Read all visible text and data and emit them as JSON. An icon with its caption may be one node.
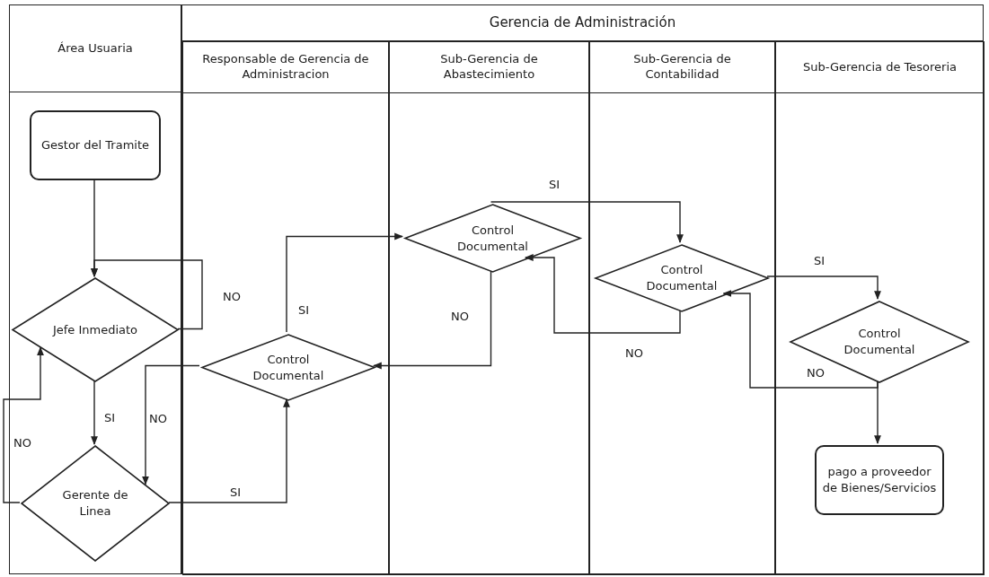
{
  "diagram": {
    "nodes": [
      {
        "text": [
          "Área Usuaria"
        ]
      },
      {
        "text": [
          "Gerencia de Administración"
        ]
      },
      {
        "text": [
          "Responsable de Gerencia de Administracion"
        ],
        "in": 1
      },
      {
        "text": [
          "Sub-Gerencia de Abastecimiento"
        ],
        "in": 1
      },
      {
        "text": [
          "Sub-Gerencia de Contabilidad"
        ],
        "in": 1
      },
      {
        "text": [
          "Sub-Gerencia de Tesoreria"
        ],
        "in": 1
      },
      {
        "text": [
          "Gestor del Tramite"
        ],
        "in": 0
      },
      {
        "text": [
          "Jefe Inmediato"
        ],
        "in": 0
      },
      {
        "text": [
          "Gerente de Linea"
        ],
        "in": 0
      },
      {
        "text": [
          "Control Documental"
        ],
        "in": 2
      },
      {
        "text": [
          "Control Documental"
        ],
        "in": 3
      },
      {
        "text": [
          "Control Documental"
        ],
        "in": 4
      },
      {
        "text": [
          "Control Documental"
        ],
        "in": 5
      },
      {
        "text": [
          "pago a proveedor de Bienes/Servicios"
        ],
        "in": 5
      }
    ],
    "edges": [
      {
        "from": 6,
        "to": 7,
        "arrow": "to"
      },
      {
        "from": 7,
        "to": 7,
        "arrow": "to",
        "label": "NO"
      },
      {
        "from": 7,
        "to": 8,
        "arrow": "to",
        "label": "SI"
      },
      {
        "from": 8,
        "to": 7,
        "arrow": "to",
        "label": "NO"
      },
      {
        "from": 8,
        "to": 9,
        "arrow": "to",
        "label": "SI"
      },
      {
        "from": 9,
        "to": 8,
        "arrow": "to",
        "label": "NO"
      },
      {
        "from": 9,
        "to": 10,
        "arrow": "to",
        "label": "SI"
      },
      {
        "from": 10,
        "to": 9,
        "arrow": "to",
        "label": "NO"
      },
      {
        "from": 10,
        "to": 11,
        "arrow": "to",
        "label": "SI"
      },
      {
        "from": 11,
        "to": 10,
        "arrow": "to",
        "label": "NO"
      },
      {
        "from": 11,
        "to": 12,
        "arrow": "to",
        "label": "SI"
      },
      {
        "from": 12,
        "to": 11,
        "arrow": "to",
        "label": "NO"
      },
      {
        "from": 12,
        "to": 13,
        "arrow": "to"
      }
    ]
  }
}
